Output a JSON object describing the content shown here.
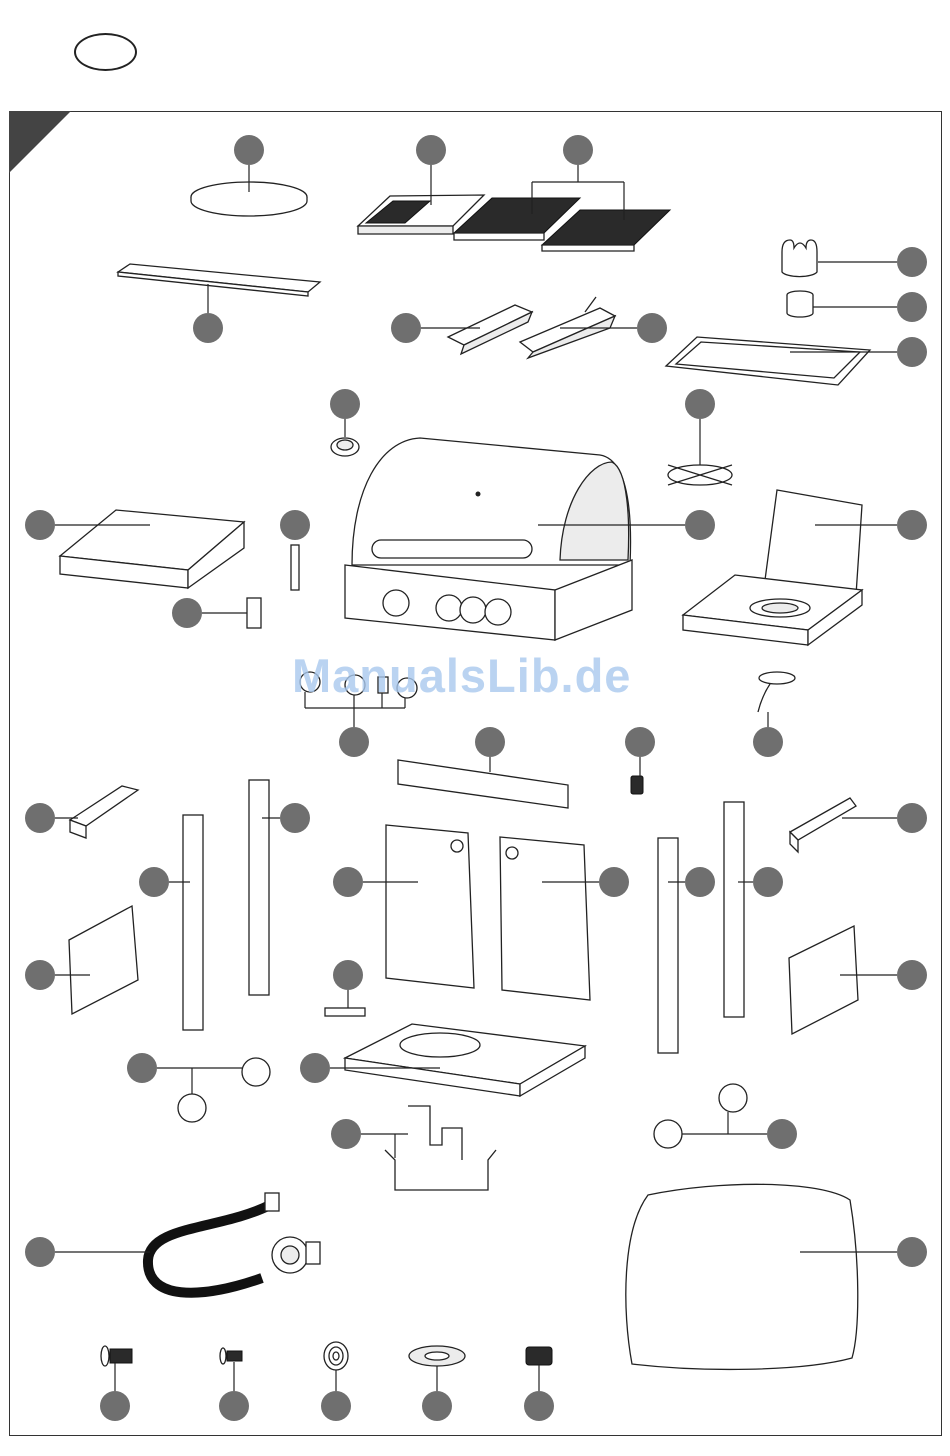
{
  "watermark": {
    "text": "ManualsLib.de"
  },
  "colors": {
    "badge": "#6f6f6f",
    "watermark": "#a9c9ee",
    "outline": "#222222"
  },
  "part_labels": {
    "shown": false
  },
  "parts": [
    "pizza-stone",
    "griddle-plate",
    "cooking-grates",
    "warming-rack",
    "grease-cup-holder",
    "grease-cup",
    "grease-tray",
    "flame-tamer",
    "burner",
    "thermometer",
    "side-burner-grate",
    "left-side-shelf",
    "shelf-bracket",
    "shelf-bracket-small",
    "grill-head",
    "side-burner",
    "knobs",
    "hood-handle",
    "ignition-module",
    "side-burner-valve",
    "left-frame-brace",
    "left-leg-front",
    "left-leg-rear",
    "left-door",
    "right-door",
    "right-leg-front",
    "right-leg-rear",
    "right-frame-brace",
    "left-side-panel",
    "right-side-panel",
    "door-magnet",
    "bottom-shelf",
    "casters-left",
    "casters-right",
    "gas-cylinder-holder",
    "gas-hose-regulator",
    "grill-cover",
    "screw-large",
    "screw-small",
    "spring-washer",
    "flat-washer",
    "nut"
  ]
}
